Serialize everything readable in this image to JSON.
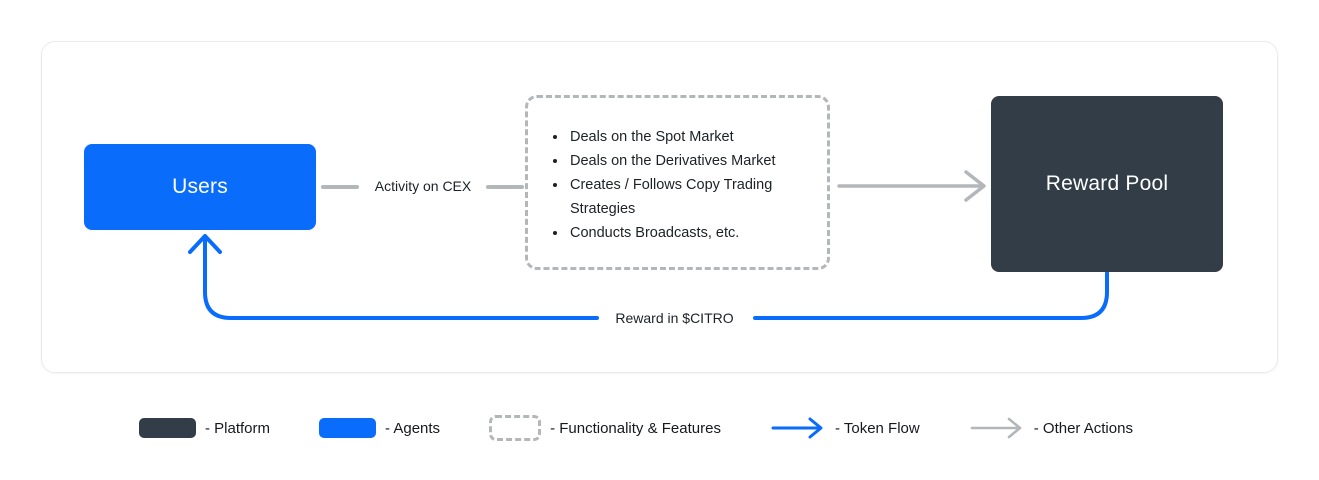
{
  "colors": {
    "platform": "#323d47",
    "agent": "#0a6cfa",
    "connector_gray": "#b4b7ba",
    "text": "#171a1e"
  },
  "diagram": {
    "nodes": {
      "users": "Users",
      "reward_pool": "Reward Pool"
    },
    "connectors": {
      "activity_label": "Activity on CEX",
      "reward_flow_label": "Reward in $CITRO"
    },
    "features": [
      "Deals on the Spot Market",
      "Deals on the Derivatives Market",
      "Creates / Follows Copy Trading Strategies",
      "Conducts Broadcasts, etc."
    ]
  },
  "legend": {
    "items": [
      {
        "icon": "platform-swatch",
        "label": "- Platform"
      },
      {
        "icon": "agent-swatch",
        "label": "- Agents"
      },
      {
        "icon": "dashed-box",
        "label": "- Functionality & Features"
      },
      {
        "icon": "blue-arrow",
        "label": "- Token Flow"
      },
      {
        "icon": "gray-arrow",
        "label": "- Other Actions"
      }
    ]
  }
}
